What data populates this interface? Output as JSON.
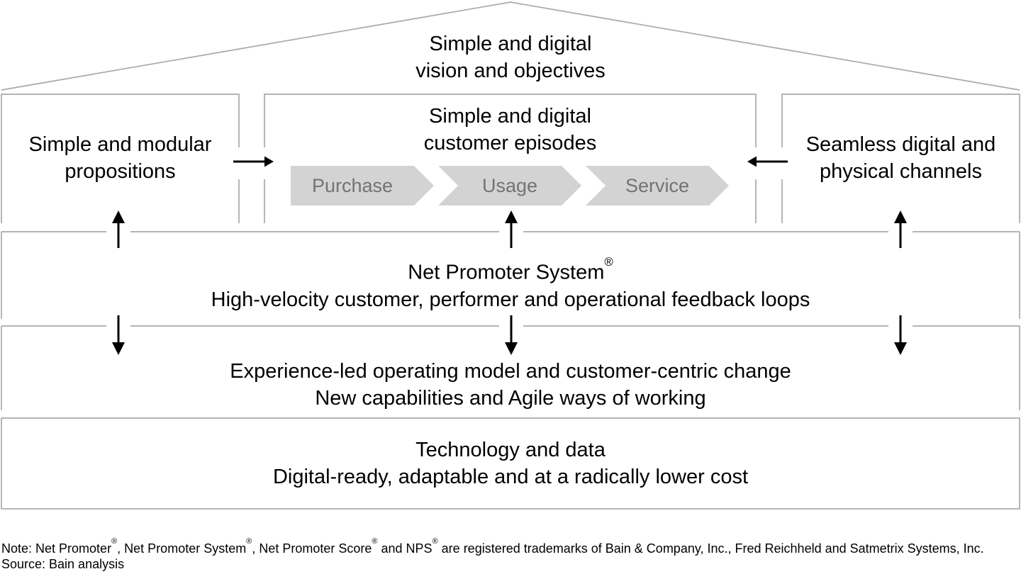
{
  "colors": {
    "border_gray": "#a9a9a9",
    "arrow_black": "#000000",
    "chevron_fill": "#d3d3d3",
    "chevron_text": "#737373",
    "text": "#000000",
    "background": "#ffffff"
  },
  "roof": {
    "line1": "Simple and digital",
    "line2": "vision and objectives"
  },
  "top_row": {
    "left_box": {
      "line1": "Simple and modular",
      "line2": "propositions"
    },
    "center_box": {
      "line1": "Simple and digital",
      "line2": "customer episodes",
      "chevrons": [
        {
          "label": "Purchase"
        },
        {
          "label": "Usage"
        },
        {
          "label": "Service"
        }
      ]
    },
    "right_box": {
      "line1": "Seamless digital and",
      "line2": "physical channels"
    }
  },
  "nps_band": {
    "title": "Net Promoter System",
    "title_sup": "®",
    "subtitle": "High-velocity customer, performer and operational feedback loops"
  },
  "experience_band": {
    "line1": "Experience-led operating model and customer-centric change",
    "line2": "New capabilities and Agile ways of working"
  },
  "technology_band": {
    "line1": "Technology and data",
    "line2": "Digital-ready, adaptable and at a radically lower cost"
  },
  "footer": {
    "note_parts": [
      "Note: Net Promoter",
      "®",
      ", Net Promoter System",
      "®",
      ", Net Promoter Score",
      "®",
      " and NPS",
      "®",
      " are registered trademarks of Bain & Company, Inc., Fred Reichheld and Satmetrix Systems, Inc.",
      ""
    ],
    "source": "Source: Bain analysis"
  }
}
